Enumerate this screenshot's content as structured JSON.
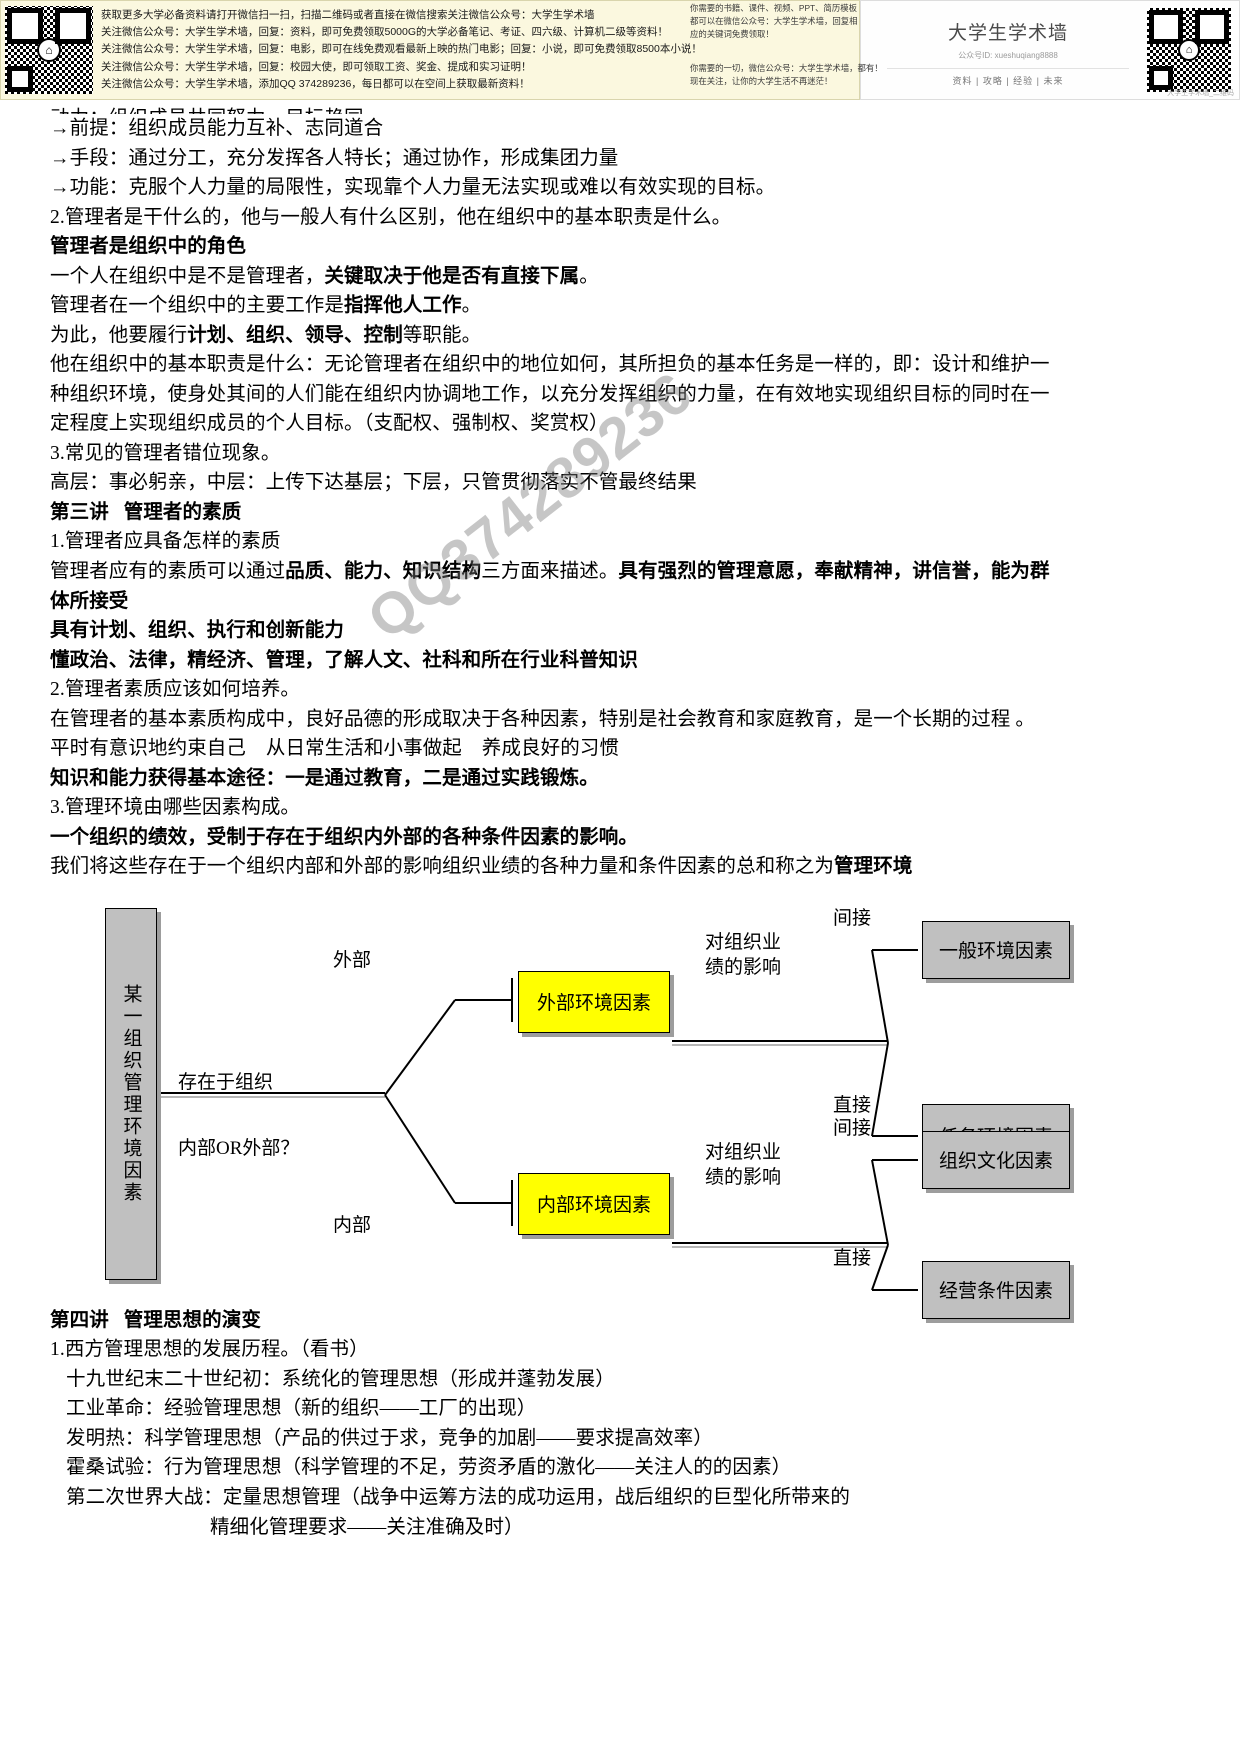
{
  "ad": {
    "left_lines": [
      "获取更多大学必备资料请打开微信扫一扫，扫描二维码或者直接在微信搜索关注微信公众号：大学生学术墙",
      "关注微信公众号：大学生学术墙，回复：资料，即可免费领取5000G的大学必备笔记、考证、四六级、计算机二级等资料！",
      "关注微信公众号：大学生学术墙，回复：电影，即可在线免费观看最新上映的热门电影；回复：小说，即可免费领取8500本小说！",
      "关注微信公众号：大学生学术墙，回复：校园大使，即可领取工资、奖金、提成和实习证明！",
      "关注微信公众号：大学生学术墙，添加QQ 374289236，每日都可以在空间上获取最新资料！"
    ],
    "mid_lines": [
      "你需要的书籍、课件、视频、PPT、简历模板",
      "都可以在微信公众号：大学生学术墙，回复相",
      "应的关键词免费领取！"
    ],
    "mid_lines2": [
      "你需要的一切，微信公众号：大学生学术墙，都有！",
      "现在关注，让你的大学生活不再迷茫！"
    ],
    "card_title": "大学生学术墙",
    "card_sub": "公众号ID: xueshuqiang8888",
    "card_nav": "资料  |  攻略  |  经验  |  未来",
    "corner_label": "大学生学术墙_二维码",
    "qr_logo_glyph": "⌂"
  },
  "watermark": "QQ374289236",
  "body": {
    "clipped_top": "动力：组织成员共同努力，目标趋同",
    "lines": [
      {
        "id": "l1",
        "text": "→前提：组织成员能力互补、志同道合",
        "bold": false
      },
      {
        "id": "l2",
        "text": "→手段：通过分工，充分发挥各人特长；通过协作，形成集团力量",
        "bold": false
      },
      {
        "id": "l3",
        "text": "→功能：克服个人力量的局限性，实现靠个人力量无法实现或难以有效实现的目标。",
        "bold": false
      },
      {
        "id": "l4",
        "text": "2.管理者是干什么的，他与一般人有什么区别，他在组织中的基本职责是什么。",
        "bold": false
      },
      {
        "id": "l5",
        "text": "管理者是组织中的角色",
        "bold": true
      }
    ],
    "mixed": {
      "m1_pre": "一个人在组织中是不是管理者，",
      "m1_bold": "关键取决于他是否有直接下属",
      "m1_post": "。",
      "m2_pre": "管理者在一个组织中的主要工作是",
      "m2_bold": "指挥他人工作",
      "m2_post": "。",
      "m3_pre": "为此，他要履行",
      "m3_bold": "计划、组织、领导、控制",
      "m3_post": "等职能。"
    },
    "para1_a": "他在组织中的基本职责是什么：无论管理者在组织中的地位如何，其所担负的基本任务是一样的，即：设计和维护一",
    "para1_b": "种组织环境，使身处其间的人们能在组织内协调地工作，以充分发挥组织的力量，在有效地实现组织目标的同时在一",
    "para1_c": "定程度上实现组织成员的个人目标。（支配权、强制权、奖赏权）",
    "lines2": [
      {
        "id": "l6",
        "text": "3.常见的管理者错位现象。",
        "bold": false
      },
      {
        "id": "l7",
        "text": "高层：事必躬亲，中层：上传下达基层；下层，只管贯彻落实不管最终结果",
        "bold": false
      },
      {
        "id": "l8",
        "text": "第三讲   管理者的素质",
        "bold": true
      },
      {
        "id": "l9",
        "text": "1.管理者应具备怎样的素质",
        "bold": false
      }
    ],
    "mixed2": {
      "m4_pre": "管理者应有的素质可以通过",
      "m4_bold1": "品质、能力、知识结构",
      "m4_mid": "三方面来描述。",
      "m4_bold2": "具有强烈的管理意愿，奉献精神，讲信誉，能为群"
    },
    "lines3": [
      {
        "id": "l10",
        "text": "体所接受",
        "bold": true
      },
      {
        "id": "l11",
        "text": "具有计划、组织、执行和创新能力",
        "bold": true
      },
      {
        "id": "l12",
        "text": "懂政治、法律，精经济、管理，了解人文、社科和所在行业科普知识",
        "bold": true
      },
      {
        "id": "l13",
        "text": "2.管理者素质应该如何培养。",
        "bold": false
      },
      {
        "id": "l14",
        "text": "在管理者的基本素质构成中，良好品德的形成取决于各种因素，特别是社会教育和家庭教育，是一个长期的过程 。",
        "bold": false
      },
      {
        "id": "l15",
        "text": "平时有意识地约束自己    从日常生活和小事做起    养成良好的习惯",
        "bold": false
      },
      {
        "id": "l16",
        "text": "知识和能力获得基本途径：一是通过教育，二是通过实践锻炼。",
        "bold": true
      },
      {
        "id": "l17",
        "text": "3.管理环境由哪些因素构成。",
        "bold": false
      },
      {
        "id": "l18",
        "text": "一个组织的绩效，受制于存在于组织内外部的各种条件因素的影响。",
        "bold": true
      }
    ],
    "mixed3": {
      "m5_pre": "我们将这些存在于一个组织内部和外部的影响组织业绩的各种力量和条件因素的总和称之为",
      "m5_bold": "管理环境"
    },
    "tail": [
      {
        "id": "t1",
        "text": "第四讲   管理思想的演变",
        "bold": true,
        "indent": 0
      },
      {
        "id": "t2",
        "text": "1.西方管理思想的发展历程。（看书）",
        "bold": false,
        "indent": 0
      },
      {
        "id": "t3",
        "text": "十九世纪末二十世纪初：系统化的管理思想（形成并蓬勃发展）",
        "bold": false,
        "indent": 1
      },
      {
        "id": "t4",
        "text": "工业革命：经验管理思想（新的组织——工厂的出现）",
        "bold": false,
        "indent": 1
      },
      {
        "id": "t5",
        "text": "发明热：科学管理思想（产品的供过于求，竞争的加剧——要求提高效率）",
        "bold": false,
        "indent": 1
      },
      {
        "id": "t6",
        "text": "霍桑试验：行为管理思想（科学管理的不足，劳资矛盾的激化——关注人的的因素）",
        "bold": false,
        "indent": 1
      },
      {
        "id": "t7",
        "text": "第二次世界大战：定量思想管理（战争中运筹方法的成功运用，战后组织的巨型化所带来的",
        "bold": false,
        "indent": 1
      },
      {
        "id": "t8",
        "text": "精细化管理要求——关注准确及时）",
        "bold": false,
        "indent": 2
      }
    ]
  },
  "diagram": {
    "root": "某一组织管理环境因素",
    "branch_labels": {
      "top": "存在于组织",
      "bottom": "内部OR外部？",
      "outer": "外部",
      "inner": "内部"
    },
    "mid_nodes": {
      "external": "外部环境因素",
      "internal": "内部环境因素"
    },
    "effect_label_line1": "对组织业",
    "effect_label_line2": "绩的影响",
    "edge_labels": {
      "indirect": "间接",
      "direct": "直接"
    },
    "leaves": {
      "general": "一般环境因素",
      "task": "任务环境因素",
      "culture": "组织文化因素",
      "operating": "经营条件因素"
    }
  },
  "colors": {
    "node_yellow": "#ffff00",
    "node_grey": "#c0c0c0",
    "shadow": "#9d9d9d",
    "banner_bg": "#fbf8df"
  }
}
